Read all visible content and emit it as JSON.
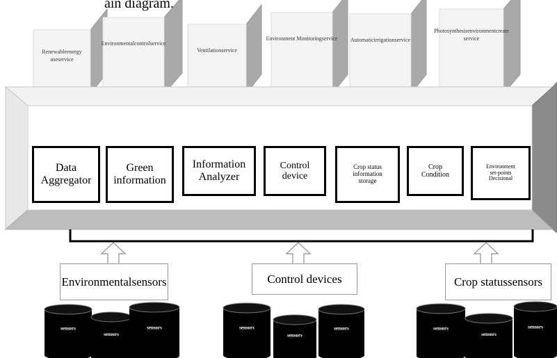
{
  "caption": "ain diagram.",
  "services": [
    {
      "lines": [
        "Renewable",
        "energy use",
        "service"
      ]
    },
    {
      "lines": [
        "Environ",
        "mental",
        "control",
        "service"
      ]
    },
    {
      "lines": [
        "Ventilation",
        "service"
      ]
    },
    {
      "lines": [
        "Environment",
        "",
        "Monitoring",
        "service"
      ]
    },
    {
      "lines": [
        "Automatic",
        "irrigation",
        "service"
      ]
    },
    {
      "lines": [
        "Photosynthesis",
        "environment",
        "create service"
      ]
    }
  ],
  "modules": [
    {
      "lines": [
        "Data",
        "Aggregator"
      ]
    },
    {
      "lines": [
        "Green",
        "information"
      ]
    },
    {
      "lines": [
        "Information",
        "Analyzer"
      ]
    },
    {
      "lines": [
        "Control",
        "device"
      ]
    },
    {
      "lines": [
        "Crop status",
        "information",
        "storage"
      ]
    },
    {
      "lines": [
        "Crop",
        "Condition"
      ]
    },
    {
      "lines": [
        "Environment",
        "set-points",
        "Decisional"
      ]
    }
  ],
  "sensor_groups": [
    {
      "lines": [
        "Environmental",
        "sensors"
      ]
    },
    {
      "lines": [
        "Control devices"
      ]
    },
    {
      "lines": [
        "Crop status",
        "sensors"
      ]
    }
  ],
  "cylinder_label": "sensors"
}
